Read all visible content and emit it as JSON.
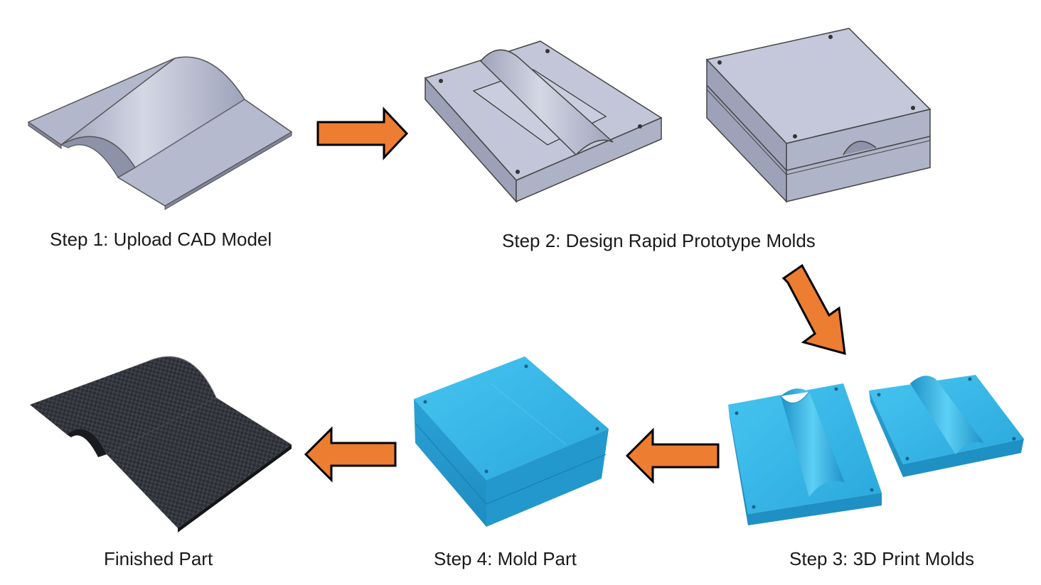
{
  "steps": {
    "step1": "Step 1: Upload CAD Model",
    "step2": "Step 2: Design Rapid Prototype Molds",
    "step3": "Step 3: 3D Print Molds",
    "step4": "Step 4: Mold Part",
    "finished": "Finished Part"
  },
  "colors": {
    "arrow_fill": "#ed7d31",
    "arrow_stroke": "#000000",
    "cad_gray": "#b4b8cc",
    "mold_blue": "#2fb6e8",
    "carbon": "#2a2c30"
  },
  "icons": {
    "arrows": [
      "right-arrow",
      "down-right-arrow",
      "left-arrow",
      "left-arrow"
    ]
  }
}
